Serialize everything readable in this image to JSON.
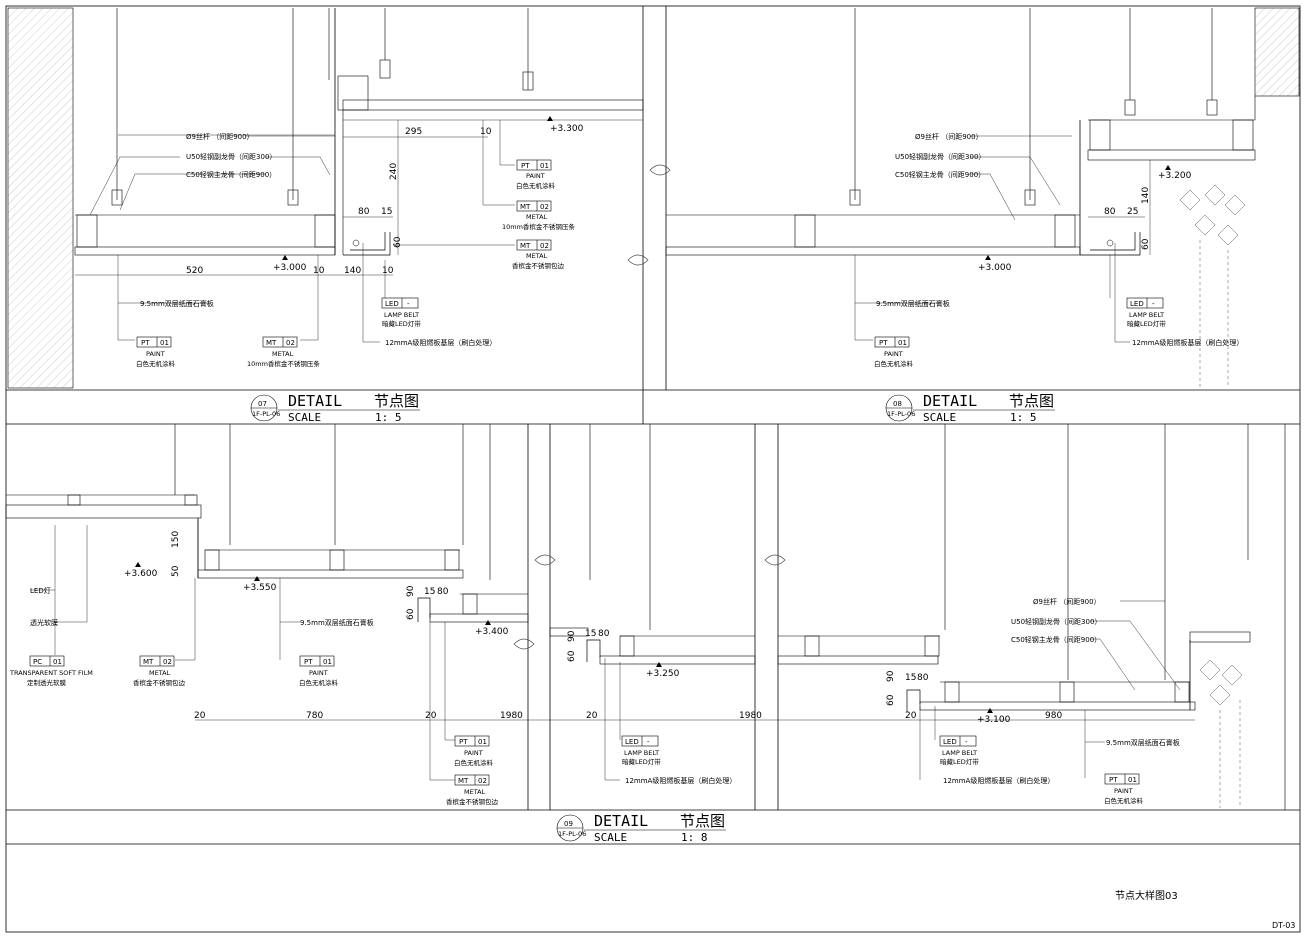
{
  "sheet": {
    "drawing_title": "节点大样图03",
    "sheet_number": "DT-03"
  },
  "detail07": {
    "number": "07",
    "ref": "1F-PL-06",
    "label_en": "DETAIL",
    "label_cn": "节点图",
    "scale_label": "SCALE",
    "scale": "1:  5",
    "notes": {
      "rod": "Ø9丝杆 （间距900）",
      "u50": "U50轻钢副龙骨（间距300）",
      "c50": "C50轻钢主龙骨（间距900）",
      "board": "9.5mm双层纸面石膏板",
      "base": "12mmA级阻燃板基层（刷白处理）"
    },
    "tags": [
      {
        "code": "PT",
        "num": "01",
        "en": "PAINT",
        "cn": "白色无机涂料"
      },
      {
        "code": "MT",
        "num": "02",
        "en": "METAL",
        "cn": "10mm香槟金不锈钢压条"
      },
      {
        "code": "MT",
        "num": "02",
        "en": "METAL",
        "cn": "香槟金不锈钢包边"
      },
      {
        "code": "PT",
        "num": "01",
        "en": "PAINT",
        "cn": "白色无机涂料"
      },
      {
        "code": "MT",
        "num": "02",
        "en": "METAL",
        "cn": "10mm香槟金不锈钢压条"
      },
      {
        "code": "LED",
        "num": "-",
        "en": "LAMP BELT",
        "cn": "暗藏LED灯带"
      }
    ],
    "levels": [
      "+3.300",
      "+3.000"
    ],
    "dims": [
      "295",
      "10",
      "240",
      "80",
      "15",
      "60",
      "520",
      "10",
      "140",
      "10"
    ]
  },
  "detail08": {
    "number": "08",
    "ref": "1F-PL-06",
    "label_en": "DETAIL",
    "label_cn": "节点图",
    "scale_label": "SCALE",
    "scale": "1:  5",
    "notes": {
      "rod": "Ø9丝杆 （间距900）",
      "u50": "U50轻钢副龙骨（间距300）",
      "c50": "C50轻钢主龙骨（间距900）",
      "board": "9.5mm双层纸面石膏板",
      "base": "12mmA级阻燃板基层（刷白处理）"
    },
    "tags": [
      {
        "code": "PT",
        "num": "01",
        "en": "PAINT",
        "cn": "白色无机涂料"
      },
      {
        "code": "LED",
        "num": "-",
        "en": "LAMP BELT",
        "cn": "暗藏LED灯带"
      }
    ],
    "levels": [
      "+3.200",
      "+3.000"
    ],
    "dims": [
      "140",
      "80",
      "25",
      "60"
    ]
  },
  "detail09": {
    "number": "09",
    "ref": "1F-PL-06",
    "label_en": "DETAIL",
    "label_cn": "节点图",
    "scale_label": "SCALE",
    "scale": "1:  8",
    "notes": {
      "led": "LED灯",
      "film": "透光软膜",
      "board": "9.5mm双层纸面石膏板",
      "base": "12mmA级阻燃板基层（刷白处理）",
      "rod": "Ø9丝杆 （间距900）",
      "u50": "U50轻钢副龙骨（间距300）",
      "c50": "C50轻钢主龙骨（间距900）"
    },
    "tags": [
      {
        "code": "PC",
        "num": "01",
        "en": "TRANSPARENT SOFT FILM",
        "cn": "定制透光软膜"
      },
      {
        "code": "MT",
        "num": "02",
        "en": "METAL",
        "cn": "香槟金不锈钢包边"
      },
      {
        "code": "PT",
        "num": "01",
        "en": "PAINT",
        "cn": "白色无机涂料"
      },
      {
        "code": "PT",
        "num": "01",
        "en": "PAINT",
        "cn": "白色无机涂料"
      },
      {
        "code": "MT",
        "num": "02",
        "en": "METAL",
        "cn": "香槟金不锈钢包边"
      },
      {
        "code": "LED",
        "num": "-",
        "en": "LAMP BELT",
        "cn": "暗藏LED灯带"
      },
      {
        "code": "LED",
        "num": "-",
        "en": "LAMP BELT",
        "cn": "暗藏LED灯带"
      },
      {
        "code": "PT",
        "num": "01",
        "en": "PAINT",
        "cn": "白色无机涂料"
      }
    ],
    "levels": [
      "+3.600",
      "+3.550",
      "+3.400",
      "+3.250",
      "+3.100"
    ],
    "dims": [
      "150",
      "50",
      "15",
      "80",
      "60",
      "90",
      "15",
      "80",
      "90",
      "60",
      "15",
      "80",
      "90",
      "60",
      "20",
      "780",
      "20",
      "1980",
      "20",
      "1980",
      "20",
      "980"
    ]
  }
}
